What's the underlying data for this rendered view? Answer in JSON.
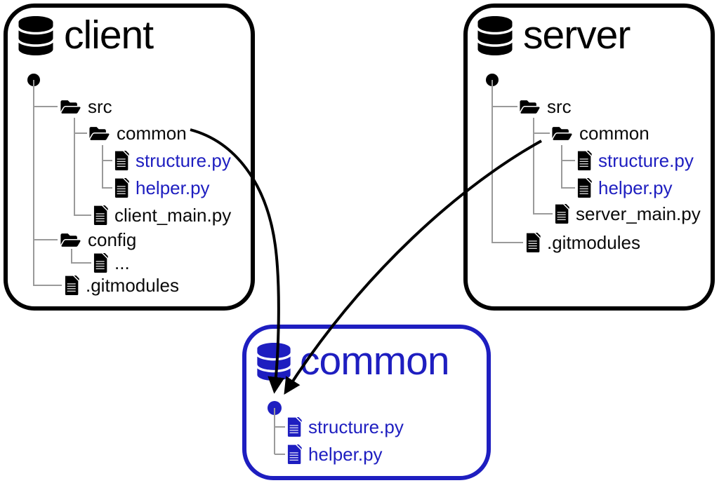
{
  "colors": {
    "accent_blue": "#1e1ec0",
    "black": "#000000",
    "tree_line_gray": "#9a9a9a",
    "background": "#ffffff"
  },
  "client": {
    "title": "client",
    "rows": [
      {
        "label": "src",
        "type": "folder"
      },
      {
        "label": "common",
        "type": "folder"
      },
      {
        "label": "structure.py",
        "type": "file"
      },
      {
        "label": "helper.py",
        "type": "file"
      },
      {
        "label": "client_main.py",
        "type": "file"
      },
      {
        "label": "config",
        "type": "folder"
      },
      {
        "label": "...",
        "type": "file"
      },
      {
        "label": ".gitmodules",
        "type": "file"
      }
    ]
  },
  "server": {
    "title": "server",
    "rows": [
      {
        "label": "src",
        "type": "folder"
      },
      {
        "label": "common",
        "type": "folder"
      },
      {
        "label": "structure.py",
        "type": "file"
      },
      {
        "label": "helper.py",
        "type": "file"
      },
      {
        "label": "server_main.py",
        "type": "file"
      },
      {
        "label": ".gitmodules",
        "type": "file"
      }
    ]
  },
  "common": {
    "title": "common",
    "rows": [
      {
        "label": "structure.py",
        "type": "file"
      },
      {
        "label": "helper.py",
        "type": "file"
      }
    ]
  },
  "arrows": [
    {
      "from": "client src/common folder",
      "to": "common repo root dot"
    },
    {
      "from": "server src/common folder",
      "to": "common repo root dot"
    }
  ]
}
